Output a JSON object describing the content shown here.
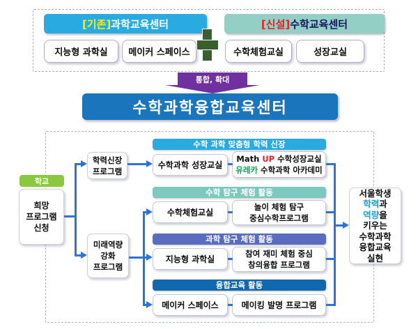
{
  "colors": {
    "science_header_bg": "#29abe2",
    "math_header_bg": "#93cfc4",
    "main_title_bg": "#1b75bc",
    "transition_purple": "#7030a0",
    "plus_green": "#3a5f2e",
    "school_green": "#8cc83f",
    "connector_blue": "#2e74d8",
    "section1_bg": "#29abe2",
    "section2_bg": "#7cc9bf",
    "section3_bg": "#5a6cbf",
    "section4_bg": "#1168ae",
    "highlight_blue": "#1e9cd7",
    "tag_yellow": "#ffef00",
    "tag_red": "#ed1c24",
    "eureka_green": "#00a651"
  },
  "top": {
    "science": {
      "tag": "[기존]",
      "title": " 과학교육센터",
      "items": [
        "지능형 과학실",
        "메이커 스페이스"
      ]
    },
    "plus": "+",
    "math": {
      "tag": "[신설]",
      "title": " 수학교육센터",
      "items": [
        "수학체험교실",
        "성장교실"
      ]
    }
  },
  "transition": {
    "label": "통합, 확대"
  },
  "main_title": "수학과학융합교육센터",
  "flow": {
    "school_label": "학교",
    "request": {
      "l1": "희망",
      "l2": "프로그램",
      "l3": "신청"
    },
    "prog1": {
      "l1": "학력신장",
      "l2": "프로그램"
    },
    "prog2": {
      "l1": "미래역량",
      "l2": "강화",
      "l3": "프로그램"
    },
    "sections": [
      {
        "header": "수학 과학 맞춤형 학력 신장",
        "left": "수학과학 성장교실"
      },
      {
        "header": "수학 탐구 체험 활동",
        "left": "수학체험교실",
        "r1": "놀이 체험 탐구",
        "r2": "중심수학프로그램"
      },
      {
        "header": "과학 탐구 체험 활동",
        "left": "지능형 과학실",
        "r1": "참여 재미 체험 중심",
        "r2": "창의융합 프로그램"
      },
      {
        "header": "융합교육 활동",
        "left": "메이커 스페이스",
        "r1": "메이킹 발명 프로그램"
      }
    ],
    "section1_right": {
      "a": "Math ",
      "b": "UP",
      "c": " 수학성장교실",
      "d": "유레카",
      "e": " 수학과학 아카데미"
    },
    "result": {
      "l1": "서울학생",
      "l2a": "학력",
      "l2b": "과",
      "l3a": "역량",
      "l3b": "을",
      "l4": "키우는",
      "l5": "수학과학",
      "l6": "융합교육",
      "l7": "실현"
    }
  }
}
